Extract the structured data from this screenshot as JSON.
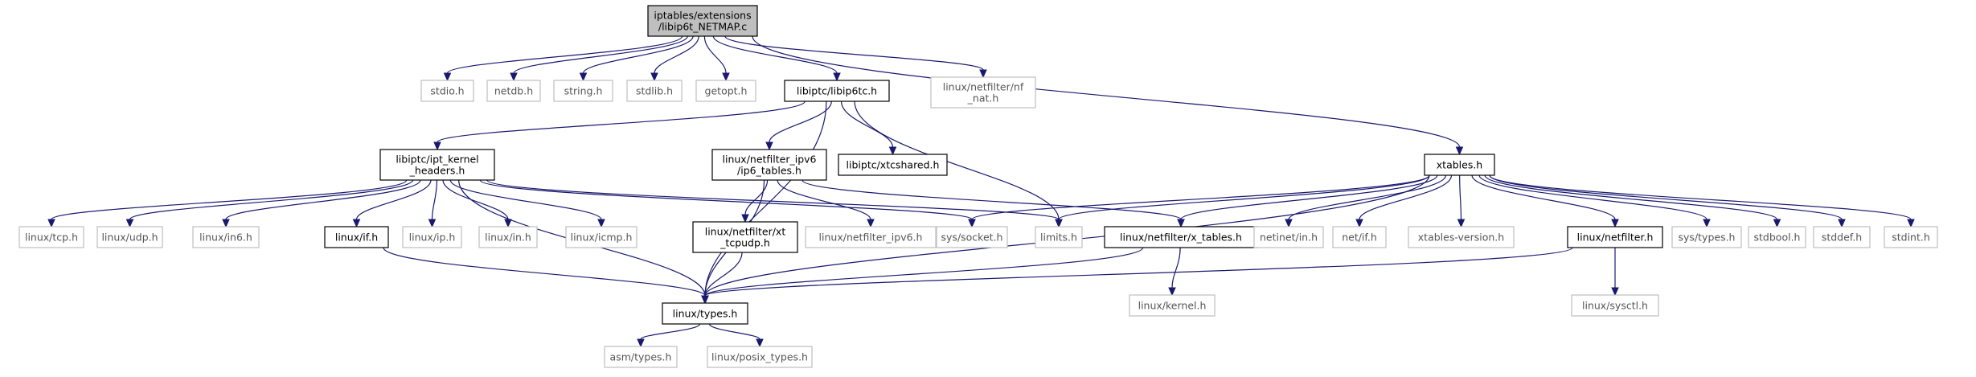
{
  "graph": {
    "colors": {
      "edge": "#191970",
      "root_fill": "#bfbfbf",
      "doc_border": "#000000",
      "nodoc_border": "#bfbfbf"
    },
    "nodes": [
      {
        "id": "root",
        "lines": [
          "iptables/extensions",
          "/libip6t_NETMAP.c"
        ],
        "kind": "root"
      },
      {
        "id": "stdio",
        "lines": [
          "stdio.h"
        ],
        "kind": "nodoc"
      },
      {
        "id": "netdb",
        "lines": [
          "netdb.h"
        ],
        "kind": "nodoc"
      },
      {
        "id": "string",
        "lines": [
          "string.h"
        ],
        "kind": "nodoc"
      },
      {
        "id": "stdlib",
        "lines": [
          "stdlib.h"
        ],
        "kind": "nodoc"
      },
      {
        "id": "getopt",
        "lines": [
          "getopt.h"
        ],
        "kind": "nodoc"
      },
      {
        "id": "libip6tc",
        "lines": [
          "libiptc/libip6tc.h"
        ],
        "kind": "doc"
      },
      {
        "id": "nfnat",
        "lines": [
          "linux/netfilter/nf",
          "_nat.h"
        ],
        "kind": "nodoc"
      },
      {
        "id": "iptkh",
        "lines": [
          "libiptc/ipt_kernel",
          "_headers.h"
        ],
        "kind": "doc"
      },
      {
        "id": "ip6tables",
        "lines": [
          "linux/netfilter_ipv6",
          "/ip6_tables.h"
        ],
        "kind": "doc"
      },
      {
        "id": "xtcshared",
        "lines": [
          "libiptc/xtcshared.h"
        ],
        "kind": "doc"
      },
      {
        "id": "xtables",
        "lines": [
          "xtables.h"
        ],
        "kind": "doc"
      },
      {
        "id": "tcp",
        "lines": [
          "linux/tcp.h"
        ],
        "kind": "nodoc"
      },
      {
        "id": "udp",
        "lines": [
          "linux/udp.h"
        ],
        "kind": "nodoc"
      },
      {
        "id": "in6",
        "lines": [
          "linux/in6.h"
        ],
        "kind": "nodoc"
      },
      {
        "id": "ifh",
        "lines": [
          "linux/if.h"
        ],
        "kind": "doc"
      },
      {
        "id": "iph",
        "lines": [
          "linux/ip.h"
        ],
        "kind": "nodoc"
      },
      {
        "id": "inh",
        "lines": [
          "linux/in.h"
        ],
        "kind": "nodoc"
      },
      {
        "id": "icmp",
        "lines": [
          "linux/icmp.h"
        ],
        "kind": "nodoc"
      },
      {
        "id": "tcpudp",
        "lines": [
          "linux/netfilter/xt",
          "_tcpudp.h"
        ],
        "kind": "doc"
      },
      {
        "id": "nfipv6",
        "lines": [
          "linux/netfilter_ipv6.h"
        ],
        "kind": "nodoc"
      },
      {
        "id": "syssocket",
        "lines": [
          "sys/socket.h"
        ],
        "kind": "nodoc"
      },
      {
        "id": "limits",
        "lines": [
          "limits.h"
        ],
        "kind": "nodoc"
      },
      {
        "id": "xtab",
        "lines": [
          "linux/netfilter/x_tables.h"
        ],
        "kind": "doc"
      },
      {
        "id": "netinetin",
        "lines": [
          "netinet/in.h"
        ],
        "kind": "nodoc"
      },
      {
        "id": "netif",
        "lines": [
          "net/if.h"
        ],
        "kind": "nodoc"
      },
      {
        "id": "xtver",
        "lines": [
          "xtables-version.h"
        ],
        "kind": "nodoc"
      },
      {
        "id": "netfilter",
        "lines": [
          "linux/netfilter.h"
        ],
        "kind": "doc"
      },
      {
        "id": "systypes",
        "lines": [
          "sys/types.h"
        ],
        "kind": "nodoc"
      },
      {
        "id": "stdbool",
        "lines": [
          "stdbool.h"
        ],
        "kind": "nodoc"
      },
      {
        "id": "stddef",
        "lines": [
          "stddef.h"
        ],
        "kind": "nodoc"
      },
      {
        "id": "stdint",
        "lines": [
          "stdint.h"
        ],
        "kind": "nodoc"
      },
      {
        "id": "ltypes",
        "lines": [
          "linux/types.h"
        ],
        "kind": "doc"
      },
      {
        "id": "kernel",
        "lines": [
          "linux/kernel.h"
        ],
        "kind": "nodoc"
      },
      {
        "id": "sysctl",
        "lines": [
          "linux/sysctl.h"
        ],
        "kind": "nodoc"
      },
      {
        "id": "asmtypes",
        "lines": [
          "asm/types.h"
        ],
        "kind": "nodoc"
      },
      {
        "id": "posix",
        "lines": [
          "linux/posix_types.h"
        ],
        "kind": "nodoc"
      }
    ],
    "edges": [
      [
        "root",
        "stdio"
      ],
      [
        "root",
        "netdb"
      ],
      [
        "root",
        "string"
      ],
      [
        "root",
        "stdlib"
      ],
      [
        "root",
        "getopt"
      ],
      [
        "root",
        "libip6tc"
      ],
      [
        "root",
        "nfnat"
      ],
      [
        "root",
        "xtables"
      ],
      [
        "libip6tc",
        "ltypes"
      ],
      [
        "libip6tc",
        "iptkh"
      ],
      [
        "libip6tc",
        "ip6tables"
      ],
      [
        "libip6tc",
        "xtcshared"
      ],
      [
        "libip6tc",
        "limits"
      ],
      [
        "iptkh",
        "tcp"
      ],
      [
        "iptkh",
        "udp"
      ],
      [
        "iptkh",
        "in6"
      ],
      [
        "iptkh",
        "ltypes"
      ],
      [
        "iptkh",
        "ifh"
      ],
      [
        "iptkh",
        "iph"
      ],
      [
        "iptkh",
        "inh"
      ],
      [
        "iptkh",
        "icmp"
      ],
      [
        "iptkh",
        "syssocket"
      ],
      [
        "iptkh",
        "limits"
      ],
      [
        "ip6tables",
        "ltypes"
      ],
      [
        "ip6tables",
        "tcpudp"
      ],
      [
        "ip6tables",
        "nfipv6"
      ],
      [
        "ip6tables",
        "xtab"
      ],
      [
        "xtables",
        "syssocket"
      ],
      [
        "xtables",
        "limits"
      ],
      [
        "xtables",
        "xtab"
      ],
      [
        "xtables",
        "netinetin"
      ],
      [
        "xtables",
        "netif"
      ],
      [
        "xtables",
        "xtver"
      ],
      [
        "xtables",
        "ltypes"
      ],
      [
        "xtables",
        "netfilter"
      ],
      [
        "xtables",
        "systypes"
      ],
      [
        "xtables",
        "stdbool"
      ],
      [
        "xtables",
        "stddef"
      ],
      [
        "xtables",
        "stdint"
      ],
      [
        "ifh",
        "ltypes"
      ],
      [
        "tcpudp",
        "ltypes"
      ],
      [
        "xtab",
        "ltypes"
      ],
      [
        "xtab",
        "kernel"
      ],
      [
        "netfilter",
        "ltypes"
      ],
      [
        "netfilter",
        "sysctl"
      ],
      [
        "ltypes",
        "asmtypes"
      ],
      [
        "ltypes",
        "posix"
      ]
    ]
  }
}
